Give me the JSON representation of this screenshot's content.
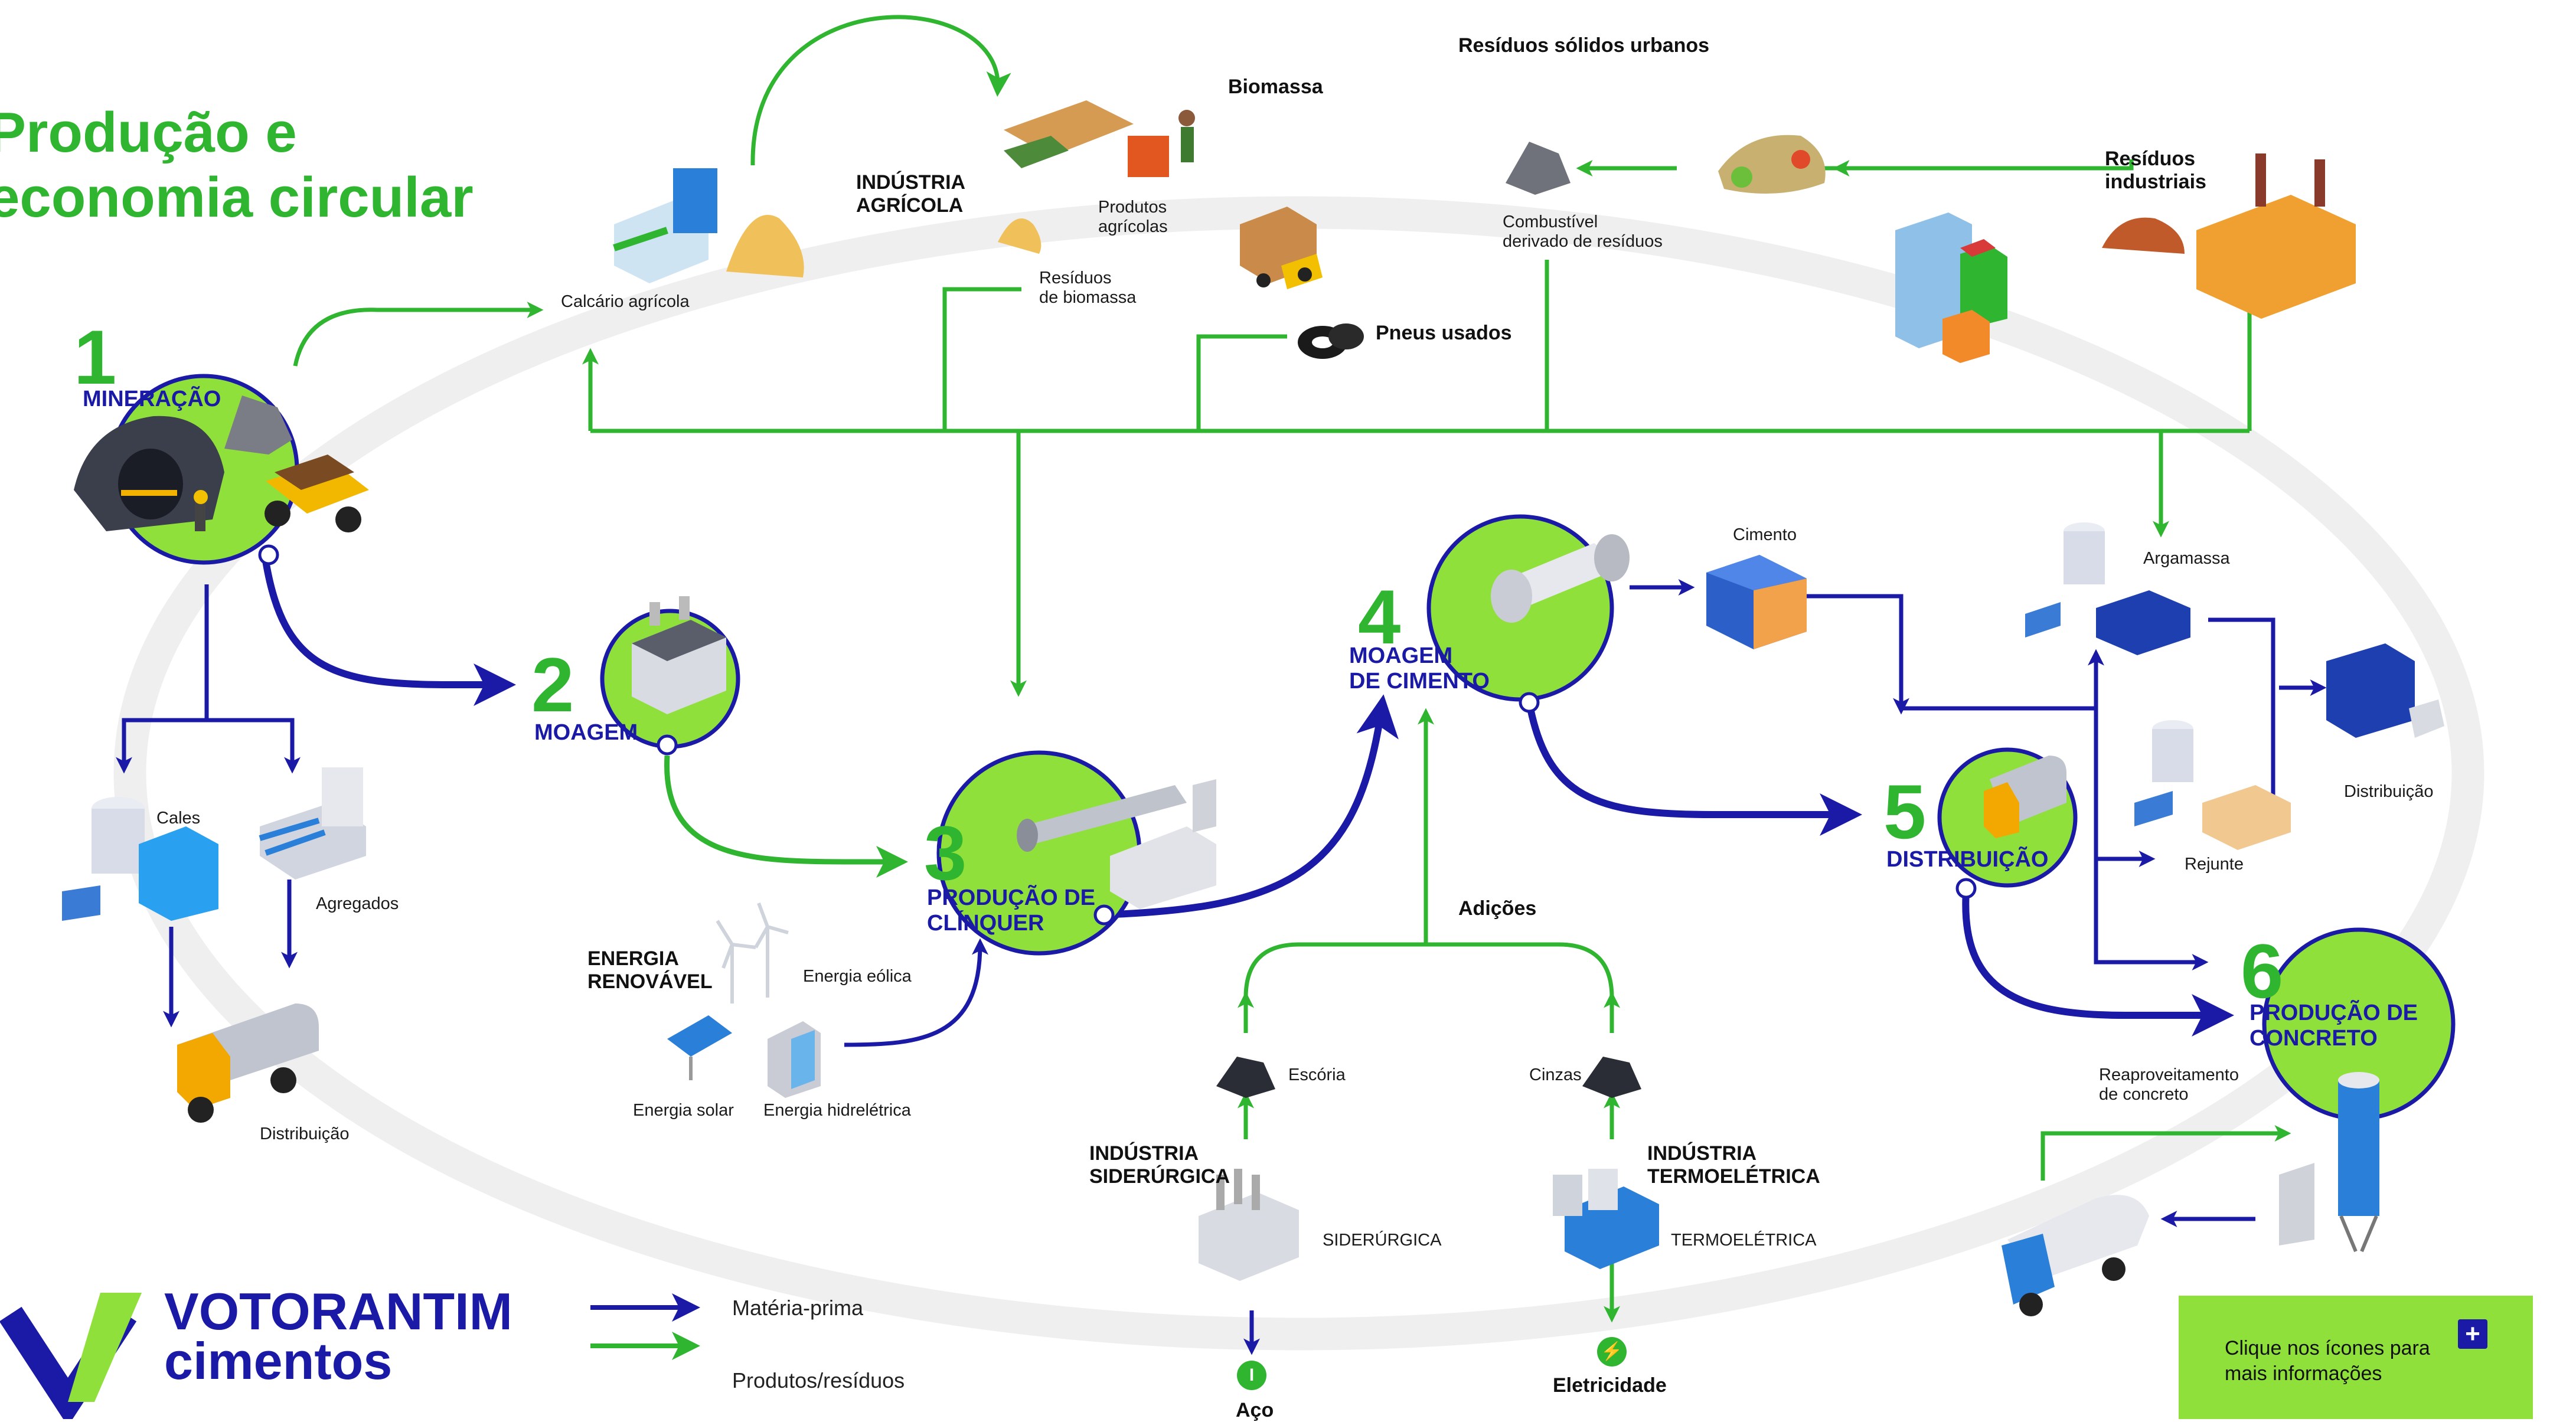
{
  "title": {
    "line1": "Produção e",
    "line2": "economia circular"
  },
  "steps": [
    {
      "number": "1",
      "name": "MINERAÇÃO"
    },
    {
      "number": "2",
      "name": "MOAGEM"
    },
    {
      "number": "3",
      "name_line1": "PRODUÇÃO DE",
      "name_line2": "CLÍNQUER"
    },
    {
      "number": "4",
      "name_line1": "MOAGEM",
      "name_line2": "DE CIMENTO"
    },
    {
      "number": "5",
      "name": "DISTRIBUIÇÃO"
    },
    {
      "number": "6",
      "name_line1": "PRODUÇÃO DE",
      "name_line2": "CONCRETO"
    }
  ],
  "labels": {
    "calcario": "Calcário agrícola",
    "industria_agricola_1": "INDÚSTRIA",
    "industria_agricola_2": "AGRÍCOLA",
    "biomassa": "Biomassa",
    "produtos_agricolas_1": "Produtos",
    "produtos_agricolas_2": "agrícolas",
    "residuos_biomassa_1": "Resíduos",
    "residuos_biomassa_2": "de biomassa",
    "pneus": "Pneus usados",
    "rsu": "Resíduos sólidos urbanos",
    "cdr_1": "Combustível",
    "cdr_2": "derivado de resíduos",
    "res_ind_1": "Resíduos",
    "res_ind_2": "industriais",
    "cales": "Cales",
    "agregados": "Agregados",
    "distribuicao": "Distribuição",
    "energia_renov_1": "ENERGIA",
    "energia_renov_2": "RENOVÁVEL",
    "energia_eolica": "Energia eólica",
    "energia_solar": "Energia solar",
    "energia_hidro": "Energia hidrelétrica",
    "adicoes": "Adições",
    "escoria": "Escória",
    "cinzas": "Cinzas",
    "ind_sider_1": "INDÚSTRIA",
    "ind_sider_2": "SIDERÚRGICA",
    "siderurgica": "SIDERÚRGICA",
    "ind_termo_1": "INDÚSTRIA",
    "ind_termo_2": "TERMOELÉTRICA",
    "termoeletrica": "TERMOELÉTRICA",
    "aco": "Aço",
    "eletricidade": "Eletricidade",
    "cimento": "Cimento",
    "argamassa": "Argamassa",
    "distribuicao_right": "Distribuição",
    "rejunte": "Rejunte",
    "reaprov_1": "Reaproveitamento",
    "reaprov_2": "de concreto"
  },
  "legend": {
    "materia_prima": "Matéria-prima",
    "produtos_residuos": "Produtos/resíduos"
  },
  "brand": {
    "line1": "VOTORANTIM",
    "line2": "cimentos"
  },
  "cta": {
    "line1": "Clique nos ícones para",
    "line2": "mais informações",
    "plus": "+"
  },
  "colors": {
    "green": "#2fb52f",
    "lime": "#8fe03a",
    "blue": "#1a1aa6",
    "ring": "#eeeeee"
  },
  "icons": [
    "mine-icon",
    "rock-icon",
    "dump-truck-icon",
    "grinder-building-icon",
    "kiln-icon",
    "ball-mill-icon",
    "cement-bags-icon",
    "tanker-truck-icon",
    "concrete-silo-icon",
    "mixer-truck-icon",
    "wind-turbine-icon",
    "solar-panel-icon",
    "hydro-dam-icon",
    "steel-plant-icon",
    "thermo-plant-icon",
    "tire-icon",
    "delivery-truck-icon",
    "biomass-icon",
    "urban-waste-icon",
    "city-buildings-icon",
    "factory-icon",
    "lime-plant-icon",
    "aggregates-plant-icon",
    "limestone-pile-icon",
    "slag-icon",
    "ash-icon",
    "mortar-icon",
    "grout-icon"
  ]
}
